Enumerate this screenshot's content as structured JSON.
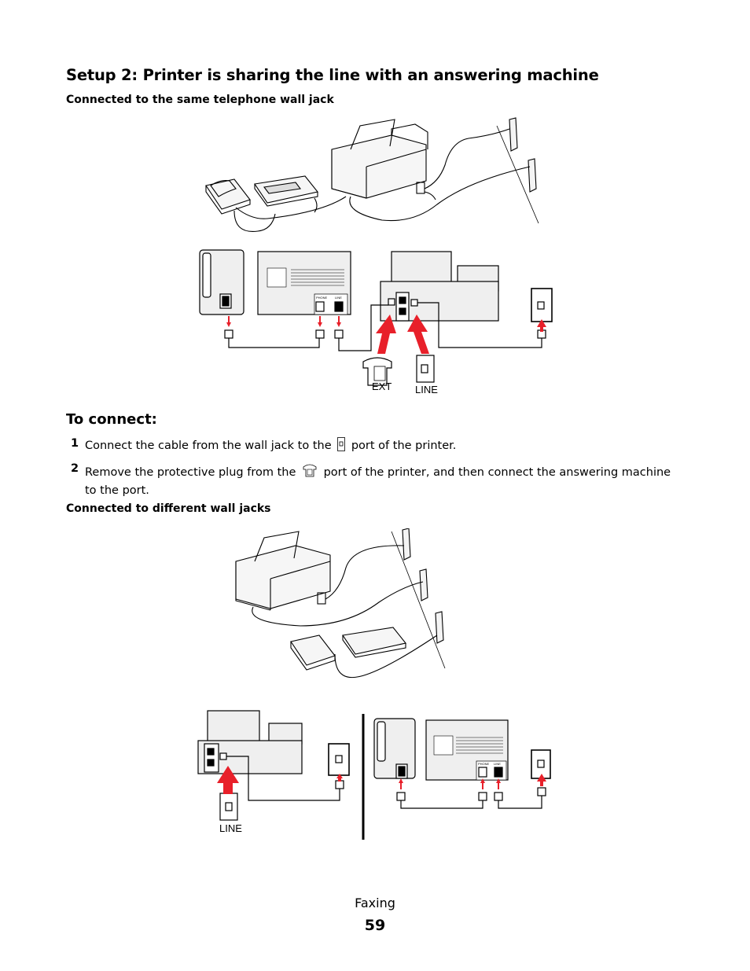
{
  "title": "Setup 2: Printer is sharing the line with an answering machine",
  "section1": {
    "heading": "Connected to the same telephone wall jack"
  },
  "diagram1": {
    "ext_label": "EXT",
    "line_label": "LINE",
    "port_phone": "PHONE",
    "port_line": "LINE"
  },
  "to_connect": {
    "heading": "To connect:",
    "steps": [
      {
        "num": "1",
        "before": "Connect the cable from the wall jack to the",
        "icon": "line-port-icon",
        "after": "port of the printer."
      },
      {
        "num": "2",
        "before": "Remove the protective plug from the",
        "icon": "phone-port-icon",
        "after": "port of the printer, and then connect the answering machine to the port."
      }
    ]
  },
  "section2": {
    "heading": "Connected to different wall jacks"
  },
  "diagram2": {
    "line_label": "LINE",
    "port_phone": "PHONE",
    "port_line": "LINE"
  },
  "footer": {
    "section": "Faxing",
    "page": "59"
  },
  "colors": {
    "arrow": "#e8202a",
    "device_fill": "#efefef",
    "outline": "#000000"
  }
}
